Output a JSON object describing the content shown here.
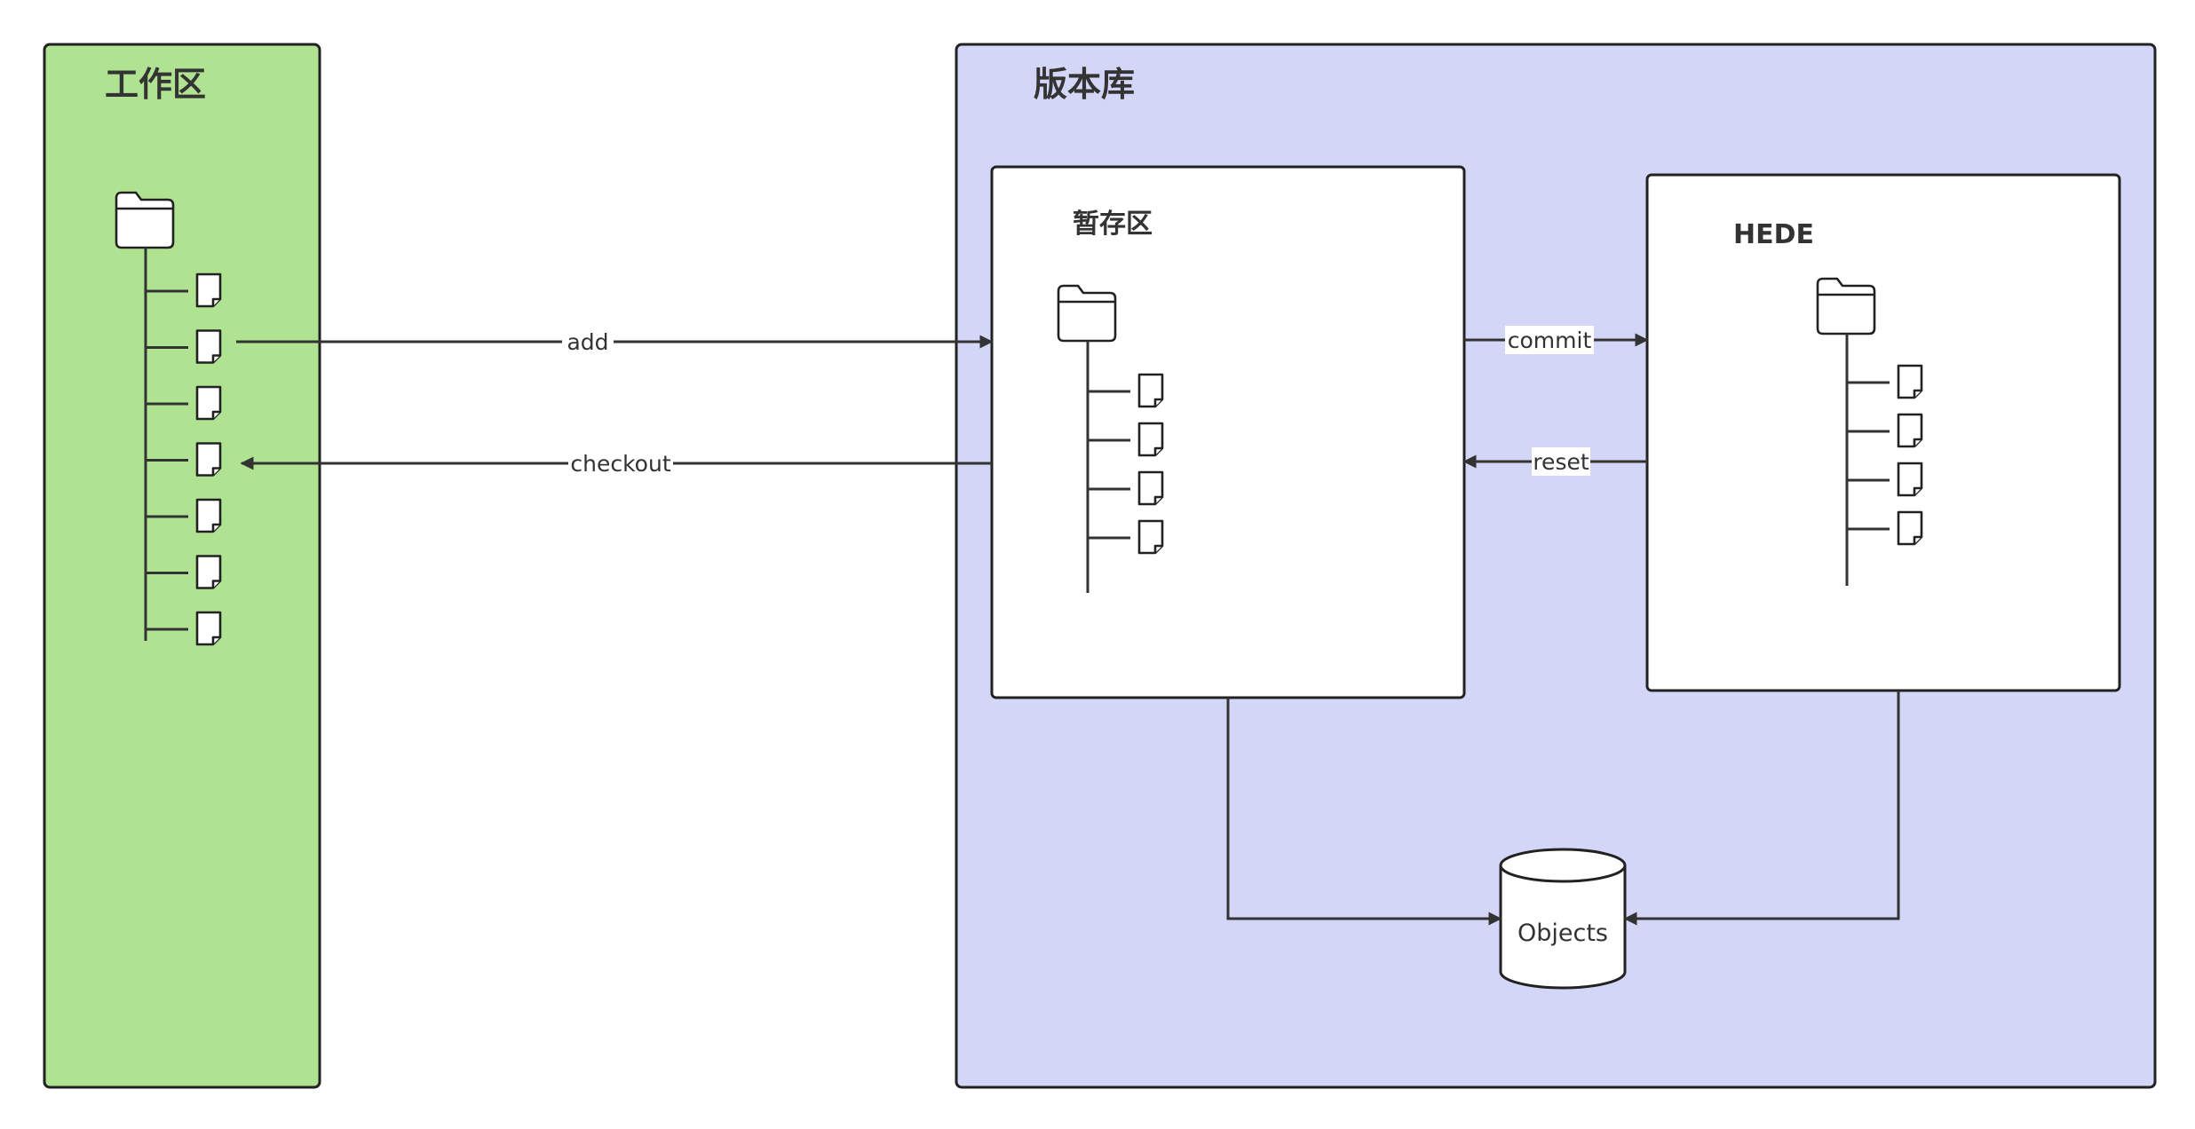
{
  "workspace": {
    "title": "工作区",
    "file_count": 7
  },
  "repository": {
    "title": "版本库"
  },
  "staging": {
    "title": "暂存区",
    "file_count": 4
  },
  "head": {
    "title": "HEDE",
    "file_count": 4
  },
  "objects": {
    "label": "Objects"
  },
  "edges": {
    "add": "add",
    "checkout": "checkout",
    "commit": "commit",
    "reset": "reset"
  },
  "colors": {
    "workspace_fill": "#B0E391",
    "repository_fill": "#D4D6F8",
    "box_fill": "#FFFFFF",
    "stroke": "#333333"
  },
  "icons": [
    "folder-icon",
    "file-icon",
    "database-icon",
    "arrow-icon"
  ]
}
